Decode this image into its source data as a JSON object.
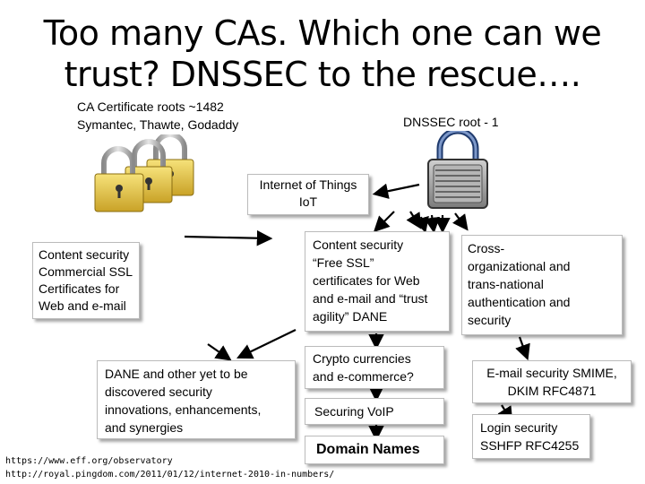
{
  "title_line1": "Too many CAs. Which one can we",
  "title_line2": "trust? DNSSEC to the rescue….",
  "ca_roots_line1": "CA Certificate roots ~1482",
  "ca_roots_line2": "Symantec, Thawte, Godaddy",
  "dnssec_root": "DNSSEC root - 1",
  "iot_line1": "Internet of Things",
  "iot_line2": "IoT",
  "content_commercial": [
    "Content security",
    "Commercial SSL",
    "Certificates for",
    "Web and e-mail"
  ],
  "content_free": [
    "Content security",
    "“Free SSL”",
    "certificates for Web",
    "and e-mail and “trust",
    "agility” DANE"
  ],
  "cross_org": [
    "Cross-",
    "organizational and",
    "trans-national",
    "authentication and",
    "security"
  ],
  "dane_other": [
    "DANE and other yet to be",
    "discovered security",
    "innovations, enhancements,",
    "and synergies"
  ],
  "crypto": [
    "Crypto currencies",
    "and e-commerce?"
  ],
  "email_security": [
    "E-mail security SMIME,",
    "DKIM RFC4871"
  ],
  "voip": "Securing VoIP",
  "login": [
    "Login security",
    "SSHFP RFC4255"
  ],
  "domain_names": "Domain Names",
  "source1": "https://www.eff.org/observatory",
  "source2": "http://royal.pingdom.com/2011/01/12/internet-2010-in-numbers/",
  "colors": {
    "lock_gold": "#e8c84a",
    "lock_gray": "#9a9a9a",
    "arrow": "#000000"
  },
  "icons": [
    "gold-padlock-icon",
    "gray-padlock-icon"
  ]
}
